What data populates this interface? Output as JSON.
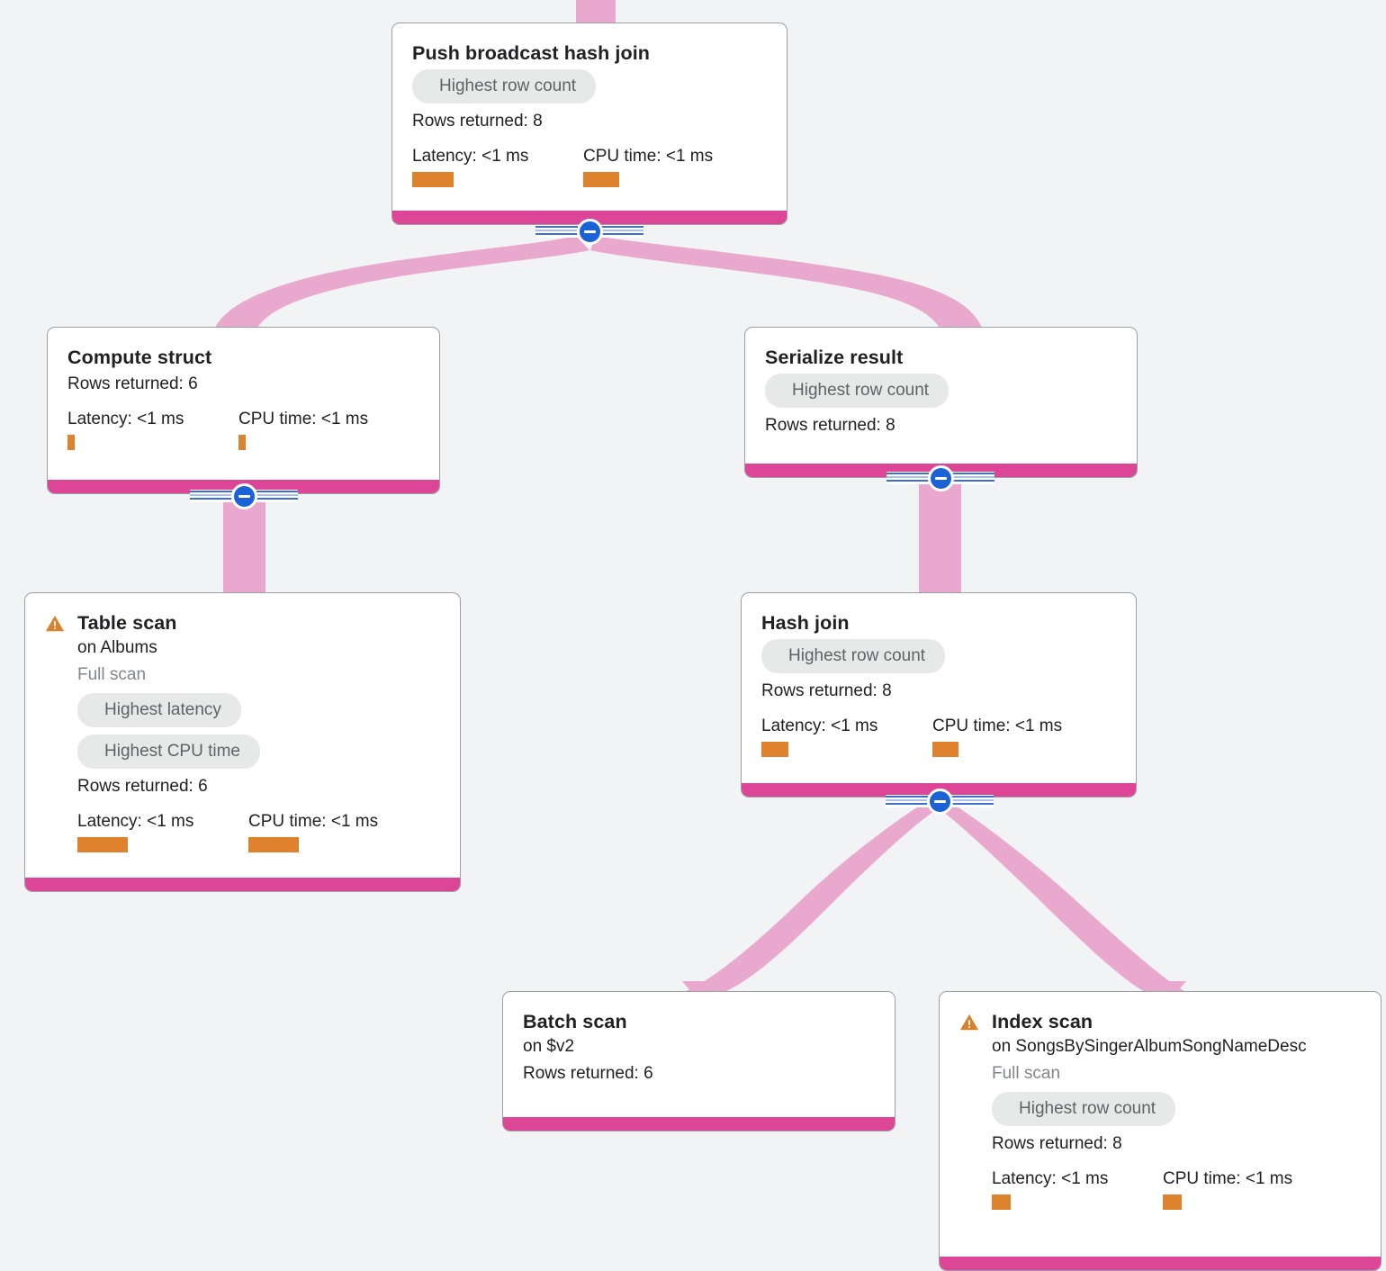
{
  "theme": {
    "background": "#F1F3F4",
    "card_background": "#FFFFFF",
    "card_border": "#9AA0A6",
    "node_bottom_bar": "#DD4596",
    "edge_ribbon": "#E9A9CE",
    "badge_background": "#E7E8E8",
    "badge_text": "#5F6368",
    "metric_bar": "#DE822E",
    "warning_icon": "#D9822B",
    "toggle_circle": "#1A62D6",
    "title_text": "#202124",
    "muted_text": "#80868B"
  },
  "labels": {
    "rows_returned_prefix": "Rows returned: ",
    "latency_prefix": "Latency: ",
    "cpu_prefix": "CPU time: ",
    "on_prefix": "on "
  },
  "nodes": [
    {
      "id": "push-broadcast-hash-join",
      "title": "Push broadcast hash join",
      "warning": false,
      "badges": [
        "Highest row count"
      ],
      "rows_returned": "Rows returned: 8",
      "latency": "Latency: <1 ms",
      "cpu_time": "CPU time: <1 ms",
      "latency_bar_width": 46,
      "cpu_bar_width": 40,
      "toggle": "collapse-toggle"
    },
    {
      "id": "compute-struct",
      "title": "Compute struct",
      "warning": false,
      "badges": [],
      "rows_returned": "Rows returned: 6",
      "latency": "Latency: <1 ms",
      "cpu_time": "CPU time: <1 ms",
      "latency_bar_width": 8,
      "cpu_bar_width": 8,
      "toggle": "collapse-toggle"
    },
    {
      "id": "serialize-result",
      "title": "Serialize result",
      "warning": false,
      "badges": [
        "Highest row count"
      ],
      "rows_returned": "Rows returned: 8",
      "latency": null,
      "cpu_time": null,
      "toggle": "collapse-toggle"
    },
    {
      "id": "table-scan",
      "title": "Table scan",
      "warning": true,
      "target": "on Albums",
      "scan_type": "Full scan",
      "badges": [
        "Highest latency",
        "Highest CPU time"
      ],
      "rows_returned": "Rows returned: 6",
      "latency": "Latency: <1 ms",
      "cpu_time": "CPU time: <1 ms",
      "latency_bar_width": 56,
      "cpu_bar_width": 56,
      "toggle": null
    },
    {
      "id": "hash-join",
      "title": "Hash join",
      "warning": false,
      "badges": [
        "Highest row count"
      ],
      "rows_returned": "Rows returned: 8",
      "latency": "Latency: <1 ms",
      "cpu_time": "CPU time: <1 ms",
      "latency_bar_width": 30,
      "cpu_bar_width": 29,
      "toggle": "collapse-toggle"
    },
    {
      "id": "batch-scan",
      "title": "Batch scan",
      "warning": false,
      "target": "on $v2",
      "badges": [],
      "rows_returned": "Rows returned: 6",
      "latency": null,
      "cpu_time": null,
      "toggle": null
    },
    {
      "id": "index-scan",
      "title": "Index scan",
      "warning": true,
      "target": "on SongsBySingerAlbumSongNameDesc",
      "scan_type": "Full scan",
      "badges": [
        "Highest row count"
      ],
      "rows_returned": "Rows returned: 8",
      "latency": "Latency: <1 ms",
      "cpu_time": "CPU time: <1 ms",
      "latency_bar_width": 21,
      "cpu_bar_width": 21,
      "toggle": null
    }
  ],
  "edges": [
    {
      "from": "incoming-top",
      "to": "push-broadcast-hash-join"
    },
    {
      "from": "push-broadcast-hash-join",
      "to": "compute-struct"
    },
    {
      "from": "push-broadcast-hash-join",
      "to": "serialize-result"
    },
    {
      "from": "compute-struct",
      "to": "table-scan"
    },
    {
      "from": "serialize-result",
      "to": "hash-join"
    },
    {
      "from": "hash-join",
      "to": "batch-scan"
    },
    {
      "from": "hash-join",
      "to": "index-scan"
    }
  ]
}
